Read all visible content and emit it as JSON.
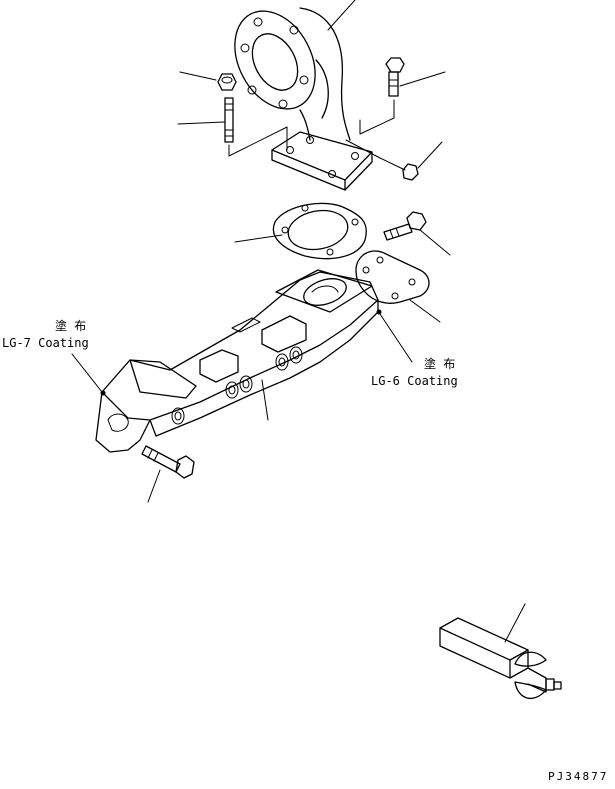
{
  "callouts": {
    "lg7_kanji": "塗 布",
    "lg7_label": "LG-7 Coating",
    "lg6_kanji": "塗 布",
    "lg6_label": "LG-6 Coating"
  },
  "drawing_code": "PJ34877"
}
